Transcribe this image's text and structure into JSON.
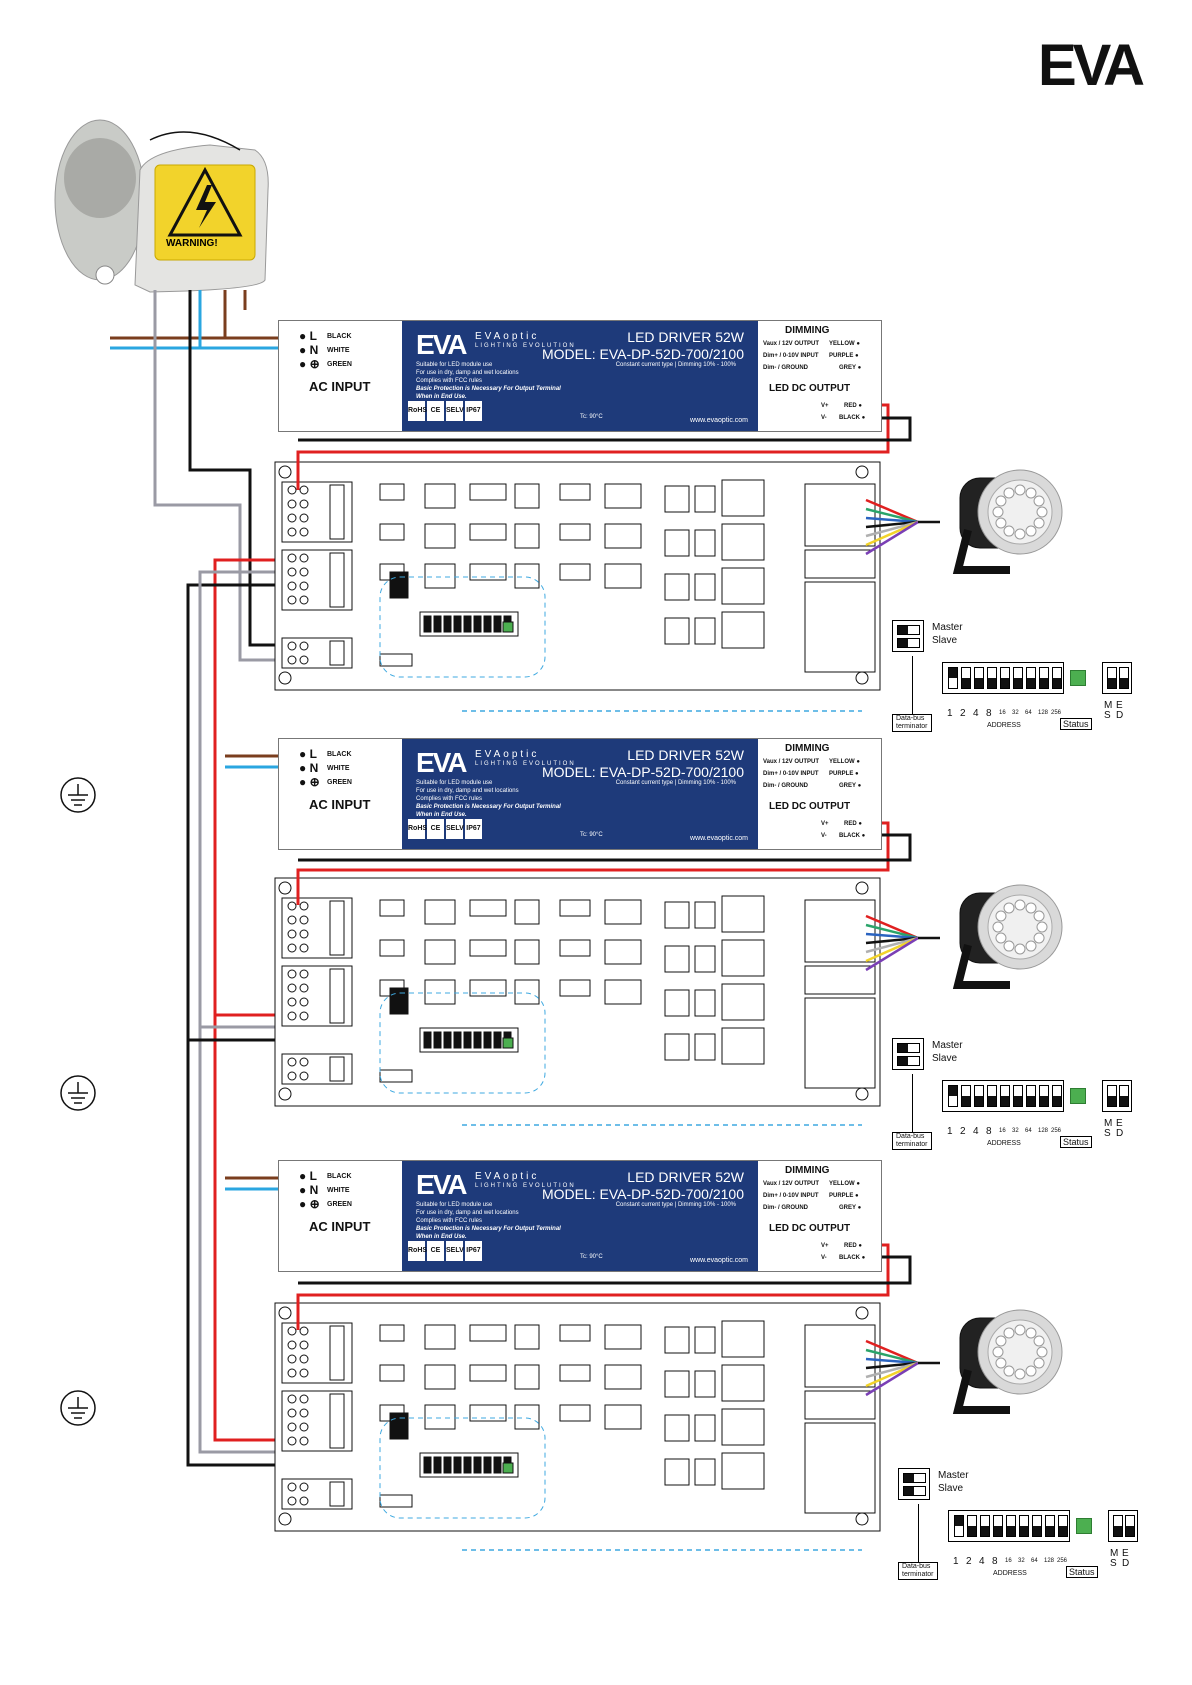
{
  "brand_logo": "EVA",
  "warning_label": "WARNING!",
  "drivers": [
    {
      "ac": {
        "l": "L",
        "l_color": "BLACK",
        "n": "N",
        "n_color": "WHITE",
        "g_color": "GREEN",
        "title": "AC INPUT"
      },
      "panel": {
        "logo": "EVA",
        "brand": "EVAoptic",
        "tagline": "LIGHTING EVOLUTION",
        "power": "LED DRIVER 52W",
        "model": "MODEL: EVA-DP-52D-700/2100",
        "ctype": "Constant current type  |  Dimming 10% - 100%",
        "line1": "Suitable for LED module use",
        "line2": "For use in dry, damp and wet locations",
        "line3": "Complies with FCC rules",
        "line4": "Basic Protection is Necessary For Output Terminal",
        "line5": "When in End Use.",
        "tc": "Tc: 90°C",
        "www": "www.evaoptic.com",
        "certs": [
          "RoHS",
          "CE",
          "SELV",
          "IP67"
        ]
      },
      "dim": {
        "title": "DIMMING",
        "r1": "Vaux / 12V OUTPUT",
        "r1c": "YELLOW",
        "r2": "Dim+ / 0-10V INPUT",
        "r2c": "PURPLE",
        "r3": "Dim- / GROUND",
        "r3c": "GREY",
        "out": "LED DC OUTPUT",
        "vp": "V+",
        "vpc": "RED",
        "vm": "V-",
        "vmc": "BLACK"
      }
    }
  ],
  "dip_legend": {
    "master": "Master",
    "slave": "Slave",
    "databus": "Data-bus",
    "terminator": "terminator",
    "address": "ADDRESS",
    "status": "Status",
    "m": "M",
    "s": "S",
    "e": "E",
    "d": "D",
    "numbers": [
      "1",
      "2",
      "4",
      "8",
      "16",
      "32",
      "64",
      "128",
      "256"
    ]
  },
  "colors": {
    "panel_blue": "#1e3a7a",
    "red": "#e02020",
    "black": "#111111",
    "grey": "#9a9aa4",
    "brown": "#7a3e1e",
    "blue_wire": "#2aa6e0",
    "green_led": "#4caf50",
    "dash": "#3fa9e0"
  }
}
